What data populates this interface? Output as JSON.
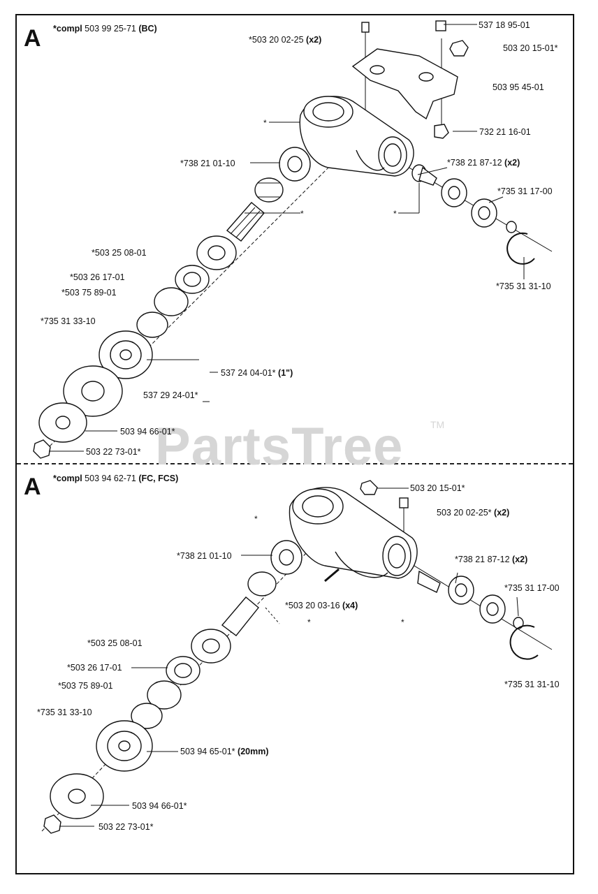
{
  "watermark": {
    "brand": "PartsTree",
    "tm": "TM"
  },
  "top": {
    "letter": "A",
    "title_prefix": "*compl",
    "title_part": "503 99 25-71",
    "title_suffix": "(BC)",
    "labels": {
      "l1": "*503 20 02-25",
      "l1q": "(x2)",
      "l2": "537 18 95-01",
      "l3": "503 20 15-01*",
      "l4": "503 95 45-01",
      "l5": "732 21 16-01",
      "l6": "*738 21 01-10",
      "l7": "*738 21 87-12",
      "l7q": "(x2)",
      "l8": "*735 31 17-00",
      "l9": "*503 25 08-01",
      "l10": "*503 26 17-01",
      "l11": "*503 75 89-01",
      "l12": "*735 31 33-10",
      "l13": "*735 31 31-10",
      "l14": "537 24 04-01*",
      "l14q": "(1\")",
      "l15": "537 29 24-01*",
      "l16": "503 94 66-01*",
      "l17": "503 22 73-01*"
    },
    "stars": "*"
  },
  "bottom": {
    "letter": "A",
    "title_prefix": "*compl",
    "title_part": "503 94 62-71",
    "title_suffix": "(FC, FCS)",
    "labels": {
      "l1": "503 20 15-01*",
      "l2": "503 20 02-25*",
      "l2q": "(x2)",
      "l3": "*738 21 01-10",
      "l4": "*738 21 87-12",
      "l4q": "(x2)",
      "l5": "*735 31 17-00",
      "l6": "*503 20 03-16",
      "l6q": "(x4)",
      "l7": "*503 25 08-01",
      "l8": "*503 26 17-01",
      "l9": "*503 75 89-01",
      "l10": "*735 31 33-10",
      "l11": "*735 31 31-10",
      "l12": "503 94 65-01*",
      "l12q": "(20mm)",
      "l13": "503 94 66-01*",
      "l14": "503 22 73-01*"
    },
    "stars": "*"
  }
}
